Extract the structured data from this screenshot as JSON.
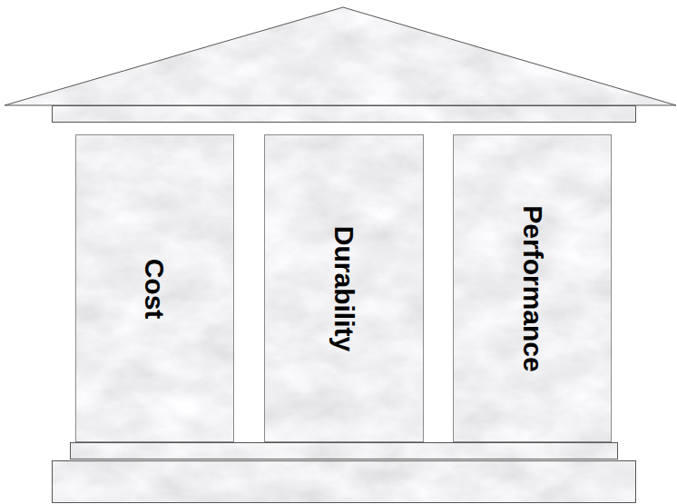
{
  "diagram": {
    "nodes": [
      {
        "text": [
          "Cost"
        ]
      },
      {
        "text": [
          "Durability"
        ]
      },
      {
        "text": [
          "Performance"
        ]
      }
    ]
  }
}
